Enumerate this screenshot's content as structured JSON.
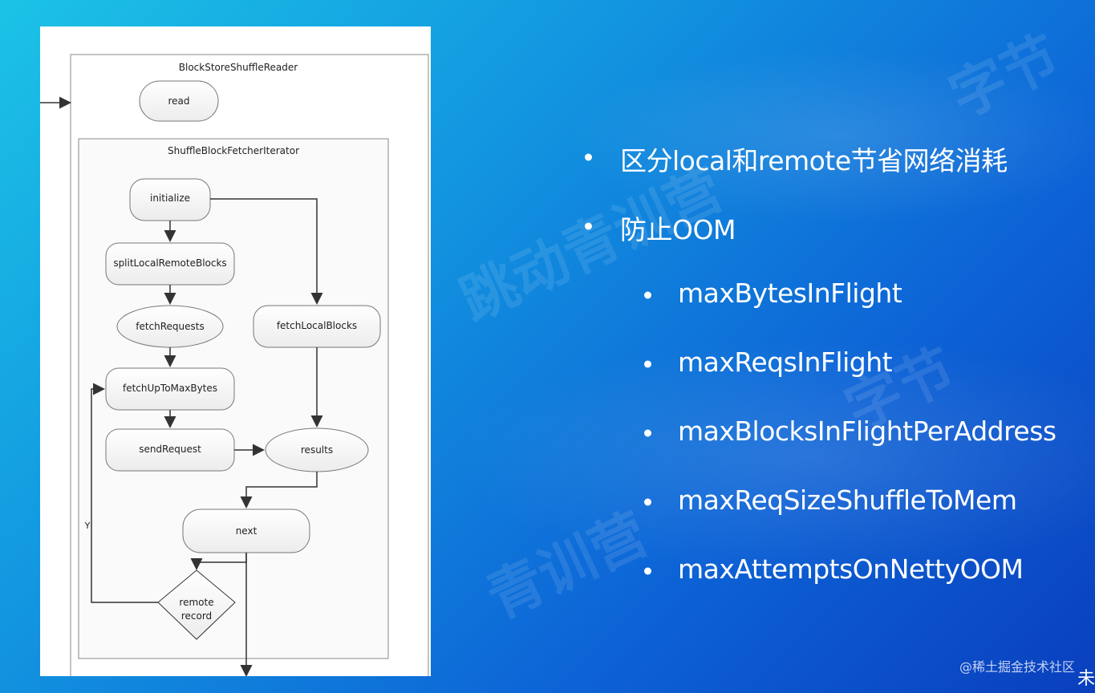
{
  "diagram": {
    "outer_title": "BlockStoreShuffleReader",
    "inner_title": "ShuffleBlockFetcherIterator",
    "nodes": {
      "read": "read",
      "initialize": "initialize",
      "split": "splitLocalRemoteBlocks",
      "fetch_requests": "fetchRequests",
      "fetch_local": "fetchLocalBlocks",
      "fetch_up_to": "fetchUpToMaxBytes",
      "send_request": "sendRequest",
      "results": "results",
      "next": "next",
      "remote_record_line1": "remote",
      "remote_record_line2": "record"
    },
    "edge_label_y": "Y"
  },
  "bullets": [
    {
      "level": 1,
      "text": "区分local和remote节省网络消耗"
    },
    {
      "level": 1,
      "text": "防止OOM"
    },
    {
      "level": 2,
      "text": "maxBytesInFlight"
    },
    {
      "level": 2,
      "text": "maxReqsInFlight"
    },
    {
      "level": 2,
      "text": "maxBlocksInFlightPerAddress"
    },
    {
      "level": 2,
      "text": "maxReqSizeShuffleToMem"
    },
    {
      "level": 2,
      "text": "maxAttemptsOnNettyOOM"
    }
  ],
  "footer": {
    "source": "@稀土掘金技术社区",
    "corner_char": "未"
  }
}
